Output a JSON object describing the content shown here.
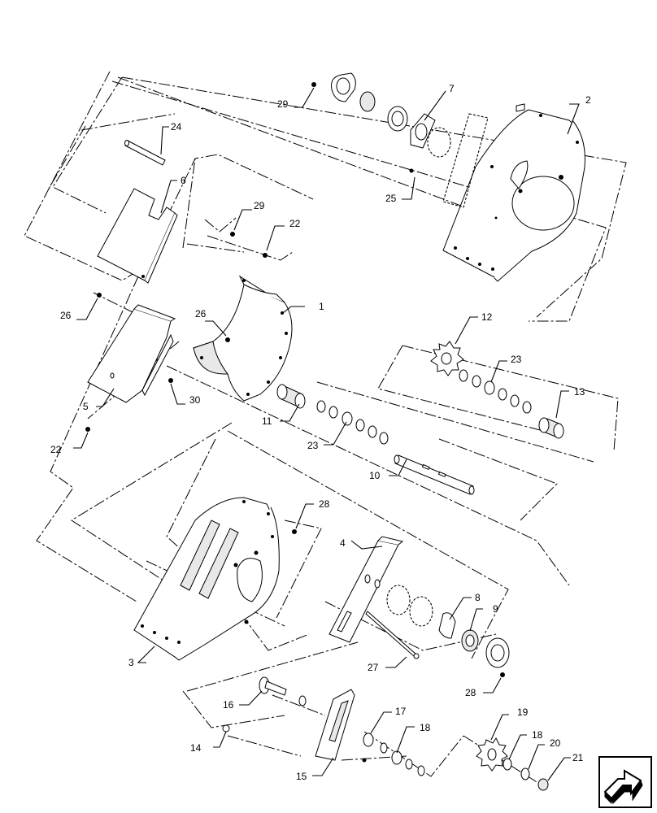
{
  "callouts": {
    "c1": "1",
    "c2": "2",
    "c3": "3",
    "c4": "4",
    "c5": "5",
    "c6": "6",
    "c7": "7",
    "c8": "8",
    "c9": "9",
    "c10": "10",
    "c11": "11",
    "c12": "12",
    "c13": "13",
    "c14": "14",
    "c15": "15",
    "c16": "16",
    "c17": "17",
    "c18a": "18",
    "c18b": "18",
    "c19": "19",
    "c20": "20",
    "c21": "21",
    "c22a": "22",
    "c22b": "22",
    "c23a": "23",
    "c23b": "23",
    "c24": "24",
    "c25": "25",
    "c26a": "26",
    "c26b": "26",
    "c27": "27",
    "c28a": "28",
    "c28b": "28",
    "c29a": "29",
    "c29b": "29",
    "c30": "30"
  },
  "nav": {
    "icon": "arrow-icon"
  }
}
